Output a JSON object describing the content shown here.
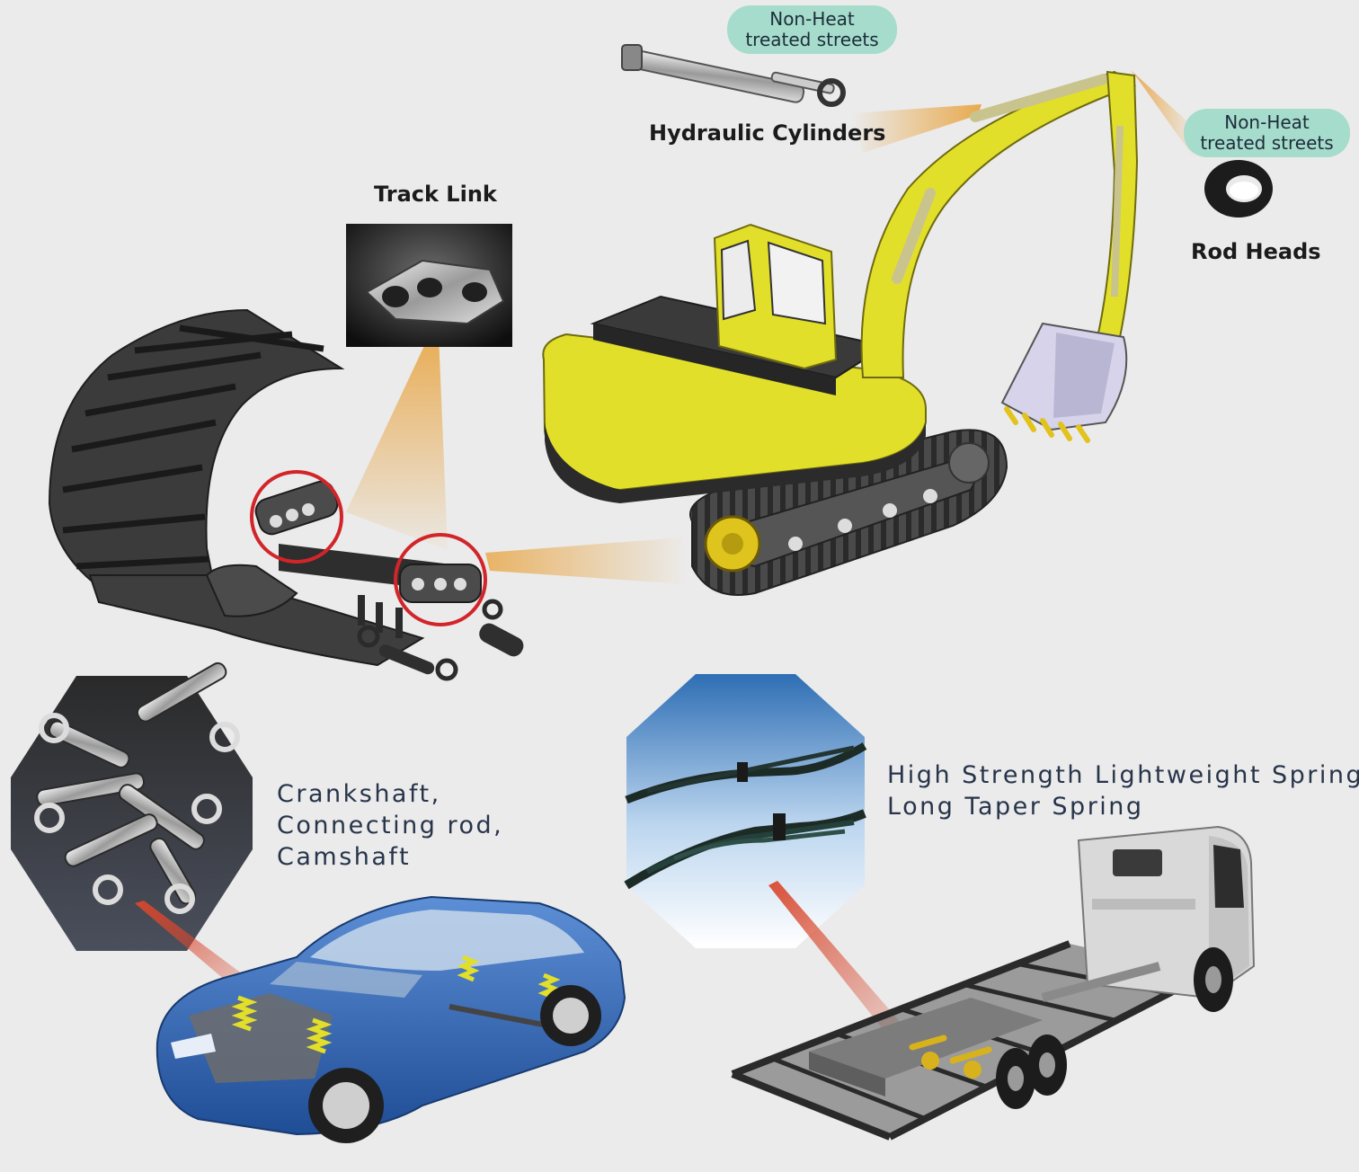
{
  "labels": {
    "pill_top": [
      "Non-Heat",
      "treated streets"
    ],
    "pill_right": [
      "Non-Heat",
      "treated streets"
    ],
    "hydraulic_cylinders": "Hydraulic Cylinders",
    "rod_heads": "Rod Heads",
    "track_link": "Track Link",
    "crankshaft_lines": [
      "Crankshaft,",
      "Connecting rod,",
      "Camshaft"
    ],
    "spring_lines": [
      "High Strength Lightweight Spring",
      "Long Taper Spring"
    ]
  },
  "colors": {
    "background": "#ebebeb",
    "pill": "#a6dccb",
    "excavator": "#e2df2a",
    "track": "#3b3b3b",
    "callout_orange": "#e8a23c",
    "callout_red": "#d9482e",
    "circle_red": "#d2252a",
    "car_blue": "#2f63b1",
    "truck_cab": "#d9d9d9"
  }
}
